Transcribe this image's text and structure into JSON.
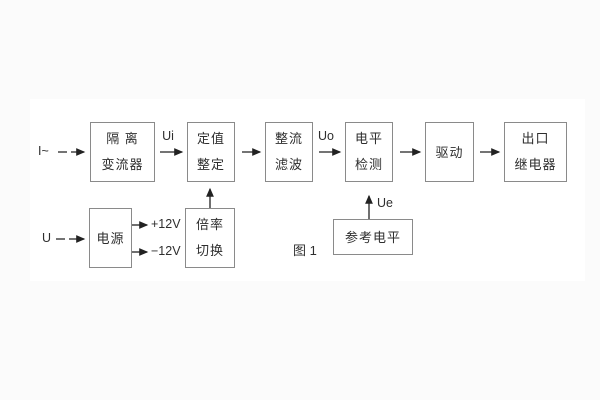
{
  "figure": {
    "caption": "图 1"
  },
  "inputs": {
    "current": "I~",
    "voltage": "U"
  },
  "signals": {
    "ui": "Ui",
    "uo": "Uo",
    "ue": "Ue",
    "plus12v": "+12V",
    "minus12v": "−12V"
  },
  "blocks": {
    "isolation": {
      "line1": "隔 离",
      "line2": "变流器"
    },
    "setpoint": {
      "line1": "定值",
      "line2": "整定"
    },
    "rectify": {
      "line1": "整流",
      "line2": "滤波"
    },
    "level": {
      "line1": "电平",
      "line2": "检测"
    },
    "drive": {
      "label": "驱动"
    },
    "relay": {
      "line1": "出口",
      "line2": "继电器"
    },
    "power": {
      "label": "电源"
    },
    "multiplier": {
      "line1": "倍率",
      "line2": "切换"
    },
    "reference": {
      "label": "参考电平"
    }
  },
  "colors": {
    "page_background": "#fbfbfb",
    "panel_background": "#ffffff",
    "box_border": "#8a8a8a",
    "text": "#2e2e2e",
    "arrow": "#222222"
  }
}
